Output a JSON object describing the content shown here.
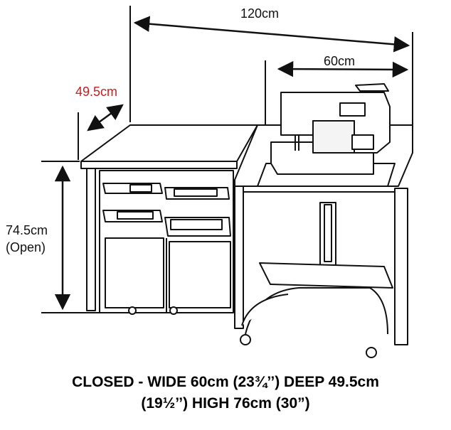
{
  "dimensions": {
    "total_width": "120cm",
    "machine_area_width": "60cm",
    "depth": "49.5cm",
    "height_open": "74.5cm",
    "height_open_note": "(Open)"
  },
  "caption": {
    "line1": "CLOSED - WIDE 60cm (23¾’’) DEEP 49.5cm",
    "line2": "(19½’’) HIGH 76cm  (30”)"
  },
  "colors": {
    "line": "#111111",
    "depth_label": "#c81e1e",
    "background": "#ffffff"
  }
}
